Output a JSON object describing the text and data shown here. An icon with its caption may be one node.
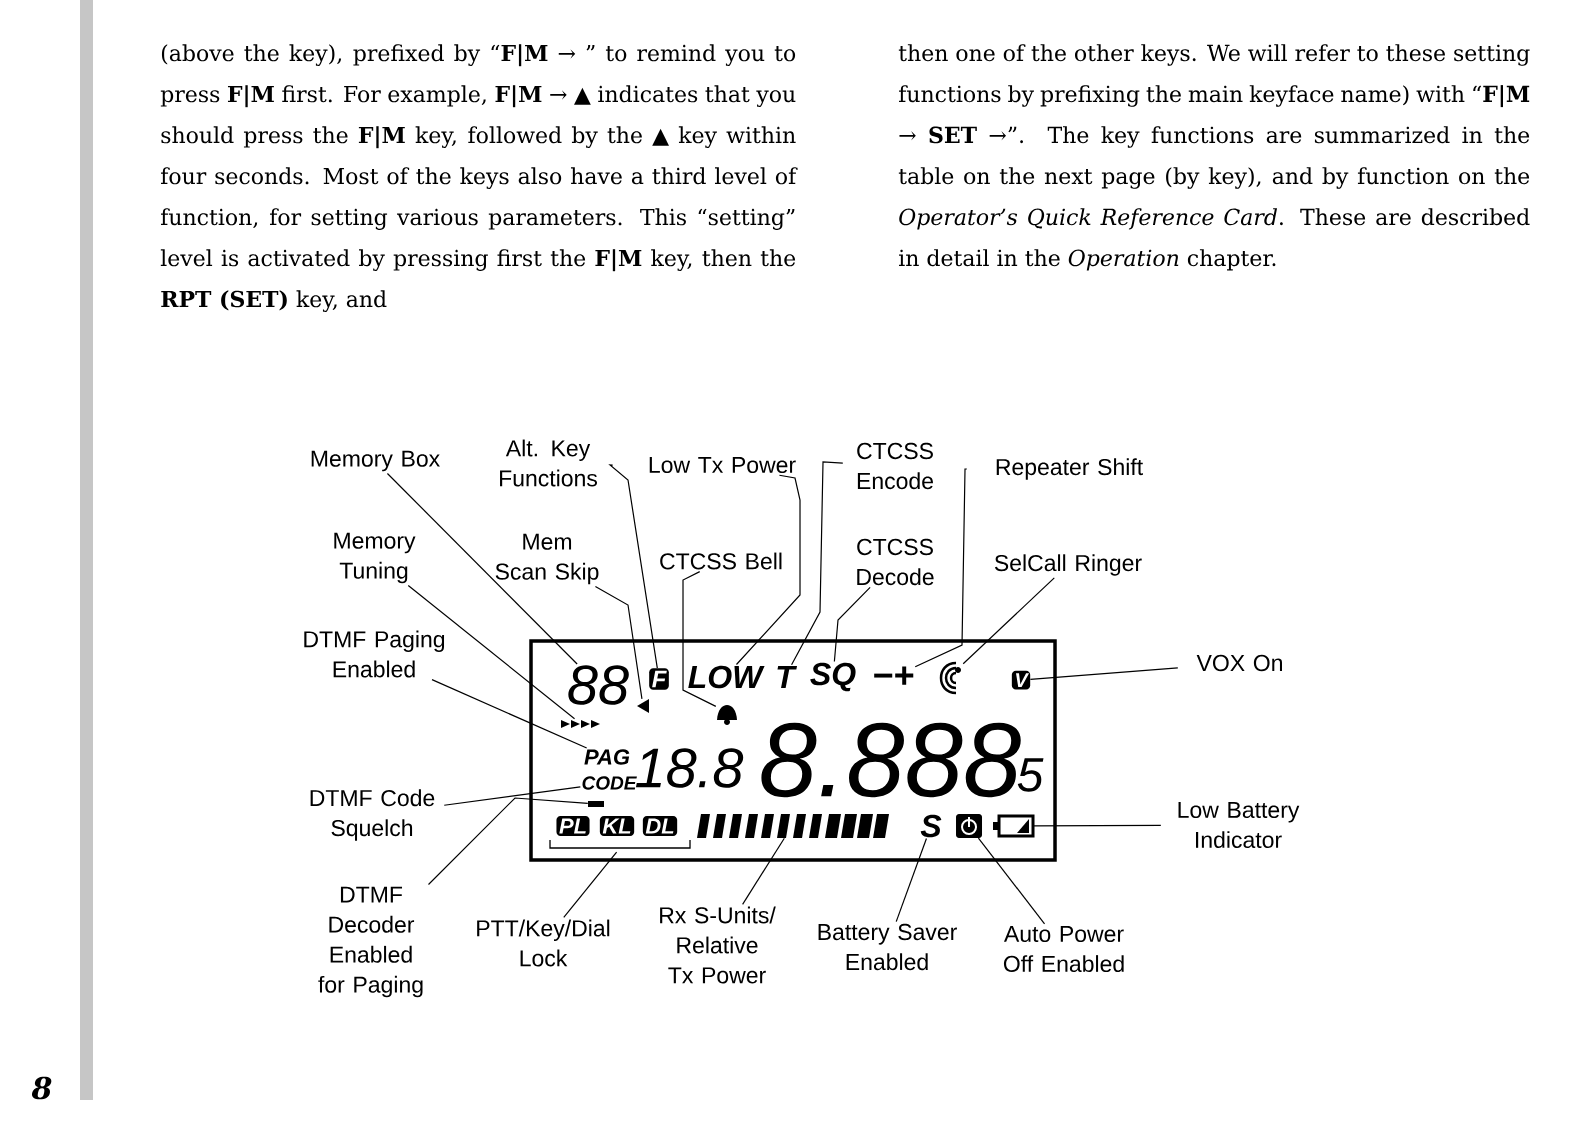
{
  "diagram": {
    "nodes": [
      {
        "text": [],
        "shape": "box"
      },
      {
        "text": [
          "Memory Box"
        ]
      },
      {
        "text": [
          "Alt. Key Functions"
        ]
      },
      {
        "text": [
          "Low Tx Power"
        ]
      },
      {
        "text": [
          "CTCSS Encode"
        ]
      },
      {
        "text": [
          "Repeater Shift"
        ]
      },
      {
        "text": [
          "Memory Tuning"
        ]
      },
      {
        "text": [
          "Mem Scan Skip"
        ]
      },
      {
        "text": [
          "CTCSS Bell"
        ]
      },
      {
        "text": [
          "CTCSS Decode"
        ]
      },
      {
        "text": [
          "SelCall Ringer"
        ]
      },
      {
        "text": [
          "DTMF Paging Enabled"
        ]
      },
      {
        "text": [
          "VOX On"
        ]
      },
      {
        "text": [
          "DTMF Code Squelch"
        ]
      },
      {
        "text": [
          "Low Battery Indicator"
        ]
      },
      {
        "text": [
          "DTMF Decoder Enabled for Paging"
        ]
      },
      {
        "text": [
          "PTT/Key/Dial Lock"
        ]
      },
      {
        "text": [
          "Rx S-Units/ Relative Tx Power"
        ]
      },
      {
        "text": [
          "Battery Saver Enabled"
        ]
      },
      {
        "text": [
          "Auto Power Off Enabled"
        ]
      },
      {
        "text": [
          "88"
        ],
        "in": 0
      },
      {
        "text": [
          "F"
        ],
        "in": 0
      },
      {
        "text": [
          "LOW"
        ],
        "in": 0
      },
      {
        "text": [
          "T"
        ],
        "in": 0
      },
      {
        "text": [
          "SQ"
        ],
        "in": 0
      },
      {
        "text": [
          "−+"
        ],
        "in": 0
      },
      {
        "text": [],
        "shape": "ringer",
        "in": 0
      },
      {
        "text": [
          "V"
        ],
        "in": 0
      },
      {
        "text": [],
        "shape": "arrows",
        "in": 0
      },
      {
        "text": [],
        "shape": "triangle",
        "in": 0
      },
      {
        "text": [],
        "shape": "bell",
        "in": 0
      },
      {
        "text": [
          "PAG"
        ],
        "in": 0
      },
      {
        "text": [
          "CODE"
        ],
        "in": 0
      },
      {
        "text": [
          "18.8"
        ],
        "in": 0
      },
      {
        "text": [
          "8.888"
        ],
        "in": 0
      },
      {
        "text": [
          "5"
        ],
        "in": 0
      },
      {
        "text": [],
        "shape": "bar",
        "in": 0
      },
      {
        "text": [
          "PL"
        ],
        "in": 0
      },
      {
        "text": [
          "KL"
        ],
        "in": 0
      },
      {
        "text": [
          "DL"
        ],
        "in": 0
      },
      {
        "text": [],
        "shape": "bracket",
        "in": 0
      },
      {
        "text": [],
        "shape": "bars",
        "in": 0
      },
      {
        "text": [
          "S"
        ],
        "in": 0
      },
      {
        "text": [],
        "shape": "clock",
        "in": 0
      },
      {
        "text": [],
        "shape": "battery",
        "in": 0
      }
    ],
    "edges": [
      {
        "from": 1,
        "to": 20,
        "arrow": "none"
      },
      {
        "from": 2,
        "to": 21,
        "arrow": "none"
      },
      {
        "from": 3,
        "to": 22,
        "arrow": "none"
      },
      {
        "from": 4,
        "to": 23,
        "arrow": "none"
      },
      {
        "from": 5,
        "to": 25,
        "arrow": "none"
      },
      {
        "from": 6,
        "to": 28,
        "arrow": "none"
      },
      {
        "from": 7,
        "to": 29,
        "arrow": "none"
      },
      {
        "from": 8,
        "to": 30,
        "arrow": "none"
      },
      {
        "from": 9,
        "to": 24,
        "arrow": "none"
      },
      {
        "from": 10,
        "to": 26,
        "arrow": "none"
      },
      {
        "from": 11,
        "to": 31,
        "arrow": "none"
      },
      {
        "from": 12,
        "to": 27,
        "arrow": "none"
      },
      {
        "from": 13,
        "to": 32,
        "arrow": "none"
      },
      {
        "from": 14,
        "to": 44,
        "arrow": "none"
      },
      {
        "from": 15,
        "to": 36,
        "arrow": "none"
      },
      {
        "from": 16,
        "to": 40,
        "arrow": "none"
      },
      {
        "from": 17,
        "to": 41,
        "arrow": "none"
      },
      {
        "from": 18,
        "to": 42,
        "arrow": "none"
      },
      {
        "from": 19,
        "to": 43,
        "arrow": "none"
      }
    ],
    "labels": [
      "(above the key), prefixed by “**F|M** → ” to remind you to press **F|M** first. For example, **F|M** → ▲ indicates that you should press the **F|M** key, followed by the ▲ key within four seconds. Most of the keys also have a third level of function, for setting various parameters. This “setting” level is activated by pressing first the **F|M** key, then the **RPT (SET)** key, and",
      "then one of the other keys. We will refer to these setting functions by prefixing the main keyface name) with “**F|M** → **SET** →”. The key functions are summarized in the table on the next page (by key), and by function on the *Operator’s Quick Reference Card*. These are described in detail in the *Operation* chapter.",
      "8"
    ]
  }
}
